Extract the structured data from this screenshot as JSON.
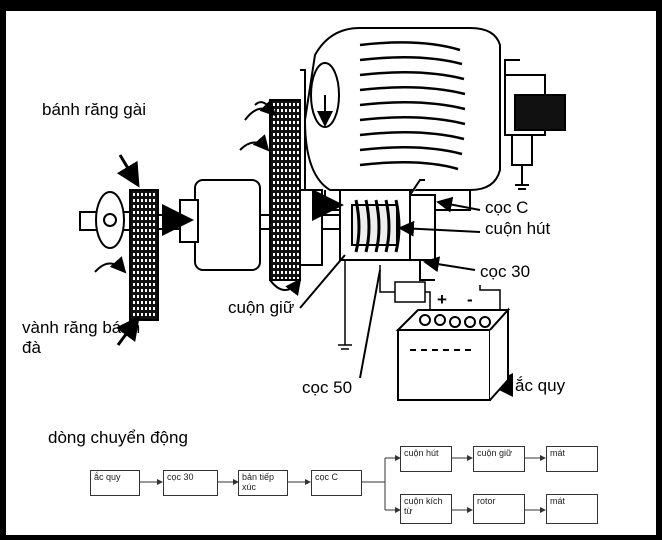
{
  "labels": {
    "pinion_gear": "bánh răng gài",
    "flywheel_ring": "vành răng bánh đà",
    "terminal_c": "cọc C",
    "pull_in_coil": "cuộn hút",
    "terminal_30": "cọc 30",
    "hold_in_coil": "cuộn giữ",
    "terminal_50": "cọc 50",
    "battery": "ắc quy",
    "plus_sign": "+",
    "minus_sign": "-",
    "flow_title": "dòng chuyển động"
  },
  "flow": {
    "battery": "ắc quy",
    "terminal_30": "cọc 30",
    "contact_plate": "bản tiếp xúc",
    "terminal_c": "cọc C",
    "pull_in_coil": "cuộn hút",
    "hold_in_coil": "cuộn giữ",
    "ground_top": "mát",
    "field_coil": "cuộn kích từ",
    "rotor": "rotor",
    "ground_bottom": "mát"
  }
}
